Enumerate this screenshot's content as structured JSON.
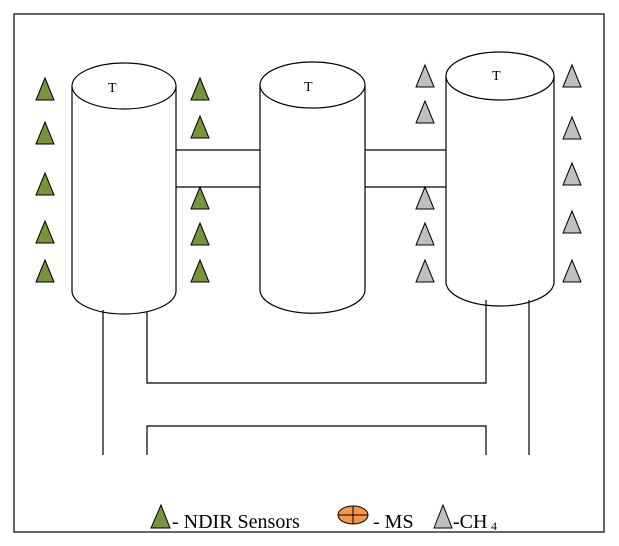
{
  "tanks": [
    {
      "id": "left",
      "label": "T"
    },
    {
      "id": "middle",
      "label": "T"
    },
    {
      "id": "right",
      "label": "T"
    }
  ],
  "sensors": {
    "left_outer": {
      "type": "ndir",
      "count": 5
    },
    "left_inner_top": {
      "type": "ndir",
      "count": 2
    },
    "left_inner_bottom": {
      "type": "ndir",
      "count": 3
    },
    "right_inner_top": {
      "type": "ch4",
      "count": 2
    },
    "right_inner_bottom": {
      "type": "ch4",
      "count": 3
    },
    "right_outer": {
      "type": "ch4",
      "count": 5
    }
  },
  "legend": {
    "ndir_label": "- NDIR Sensors",
    "ms_label": " - MS ",
    "ch4_label": "-CH",
    "ch4_subscript": "4"
  },
  "colors": {
    "ndir": "#77933C",
    "ch4": "#BFBFBF",
    "ms": "#F79646",
    "stroke": "#000000"
  },
  "icons": {
    "ndir": "green-triangle-icon",
    "ms": "orange-circle-cross-icon",
    "ch4": "gray-triangle-icon"
  }
}
